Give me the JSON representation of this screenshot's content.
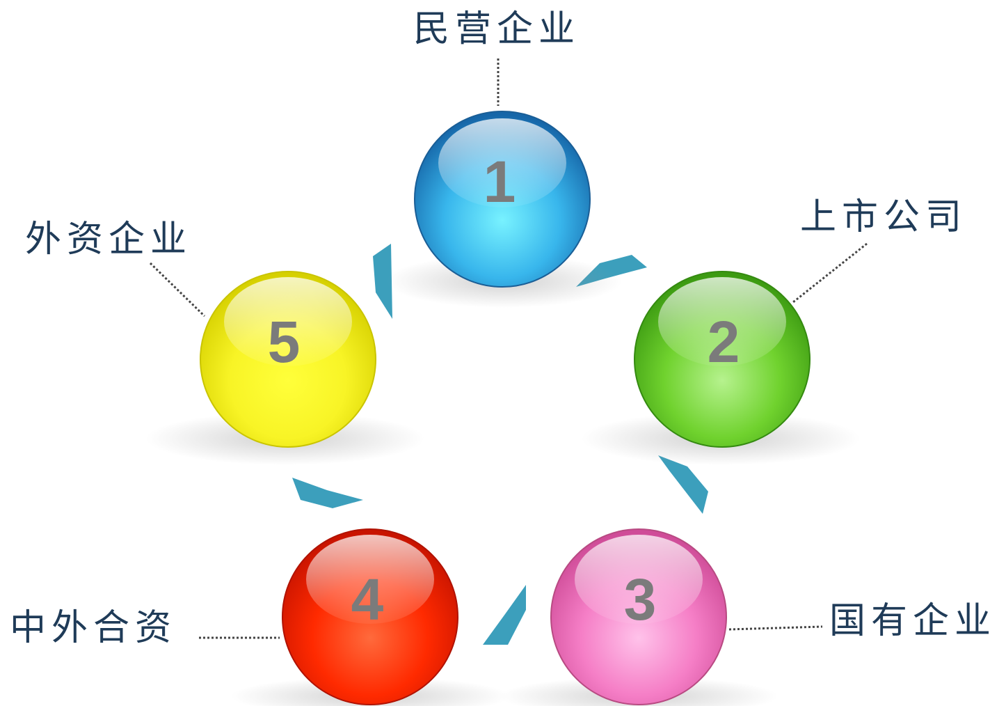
{
  "items": [
    {
      "number": "1",
      "label": "民营企业",
      "color": "#2aa6e0"
    },
    {
      "number": "2",
      "label": "上市公司",
      "color": "#66cc22"
    },
    {
      "number": "3",
      "label": "国有企业",
      "color": "#f070b8"
    },
    {
      "number": "4",
      "label": "中外合资",
      "color": "#ff2a00"
    },
    {
      "number": "5",
      "label": "外资企业",
      "color": "#f6f000"
    }
  ],
  "arrow_color": "#3c9fbc",
  "leader_line_color": "#444444"
}
